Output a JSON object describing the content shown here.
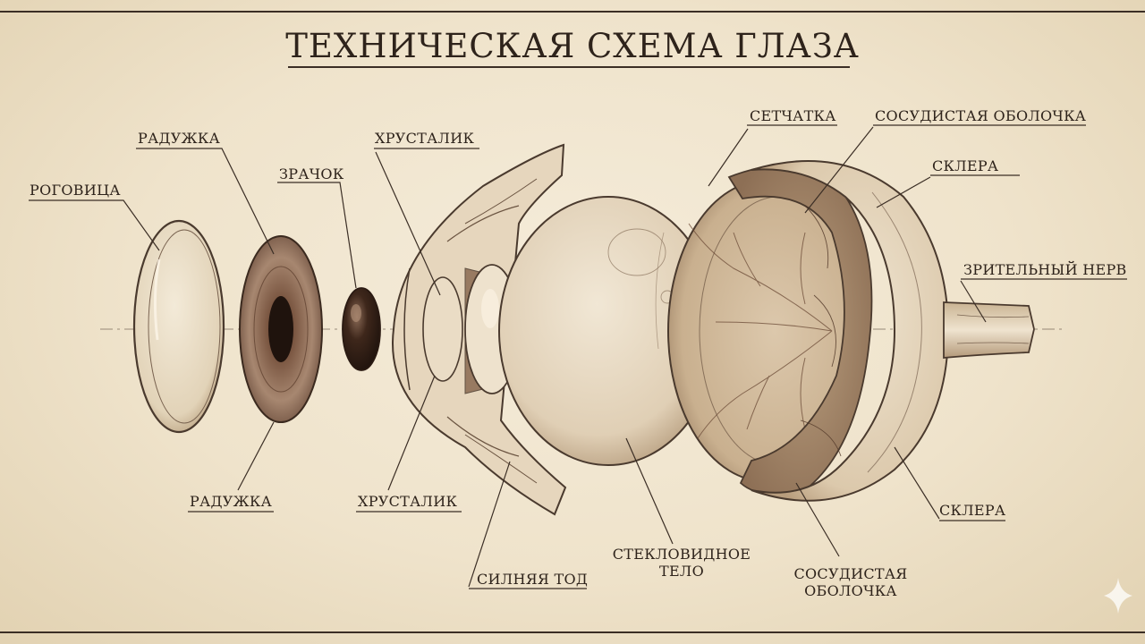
{
  "title": "ТЕХНИЧЕСКАЯ СХЕМА ГЛАЗА",
  "labels": {
    "cornea": "РОГОВИЦА",
    "iris_top": "РАДУЖКА",
    "pupil": "ЗРАЧОК",
    "lens_top": "ХРУСТАЛИК",
    "retina": "СЕТЧАТКА",
    "choroid_top": "СОСУДИСТАЯ ОБОЛОЧКА",
    "sclera_top": "СКЛЕРА",
    "optic_nerve": "ЗРИТЕЛЬНЫЙ НЕРВ",
    "iris_bottom": "РАДУЖКА",
    "lens_bottom": "ХРУСТАЛИК",
    "ciliary_body": "СИЛНЯЯ ТОД",
    "vitreous_line1": "СТЕКЛОВИДНОЕ",
    "vitreous_line2": "ТЕЛО",
    "choroid_bottom_line1": "СОСУДИСТАЯ",
    "choroid_bottom_line2": "ОБОЛОЧКА",
    "sclera_bottom": "СКЛЕРА"
  },
  "colors": {
    "paper": "#efe4cf",
    "ink": "#2e231b",
    "line": "#4a3a2e",
    "iris": "#8c6a54",
    "pupil": "#2a1a12",
    "tissue": "#e3d3bb"
  }
}
